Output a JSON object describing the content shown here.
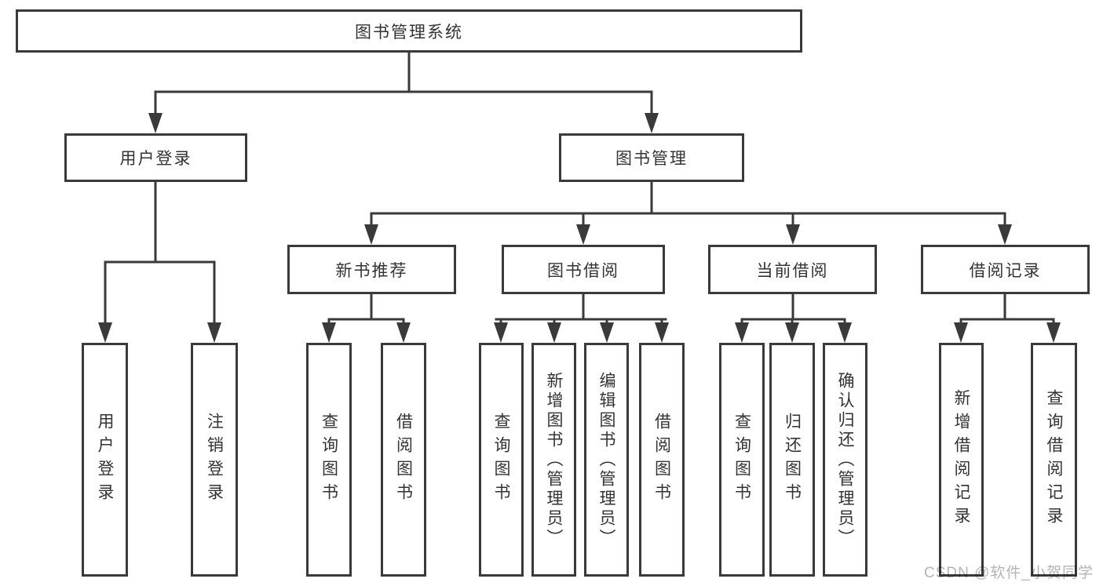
{
  "tree": {
    "root": {
      "label": "图书管理系统"
    },
    "branches": [
      {
        "label": "用户登录",
        "children": [
          {
            "label": "用户登录"
          },
          {
            "label": "注销登录"
          }
        ]
      },
      {
        "label": "图书管理",
        "children": [
          {
            "label": "新书推荐",
            "children": [
              {
                "label": "查询图书"
              },
              {
                "label": "借阅图书"
              }
            ]
          },
          {
            "label": "图书借阅",
            "children": [
              {
                "label": "查询图书"
              },
              {
                "label": "新增图书（管理员）"
              },
              {
                "label": "编辑图书（管理员）"
              },
              {
                "label": "借阅图书"
              }
            ]
          },
          {
            "label": "当前借阅",
            "children": [
              {
                "label": "查询图书"
              },
              {
                "label": "归还图书"
              },
              {
                "label": "确认归还（管理员）"
              }
            ]
          },
          {
            "label": "借阅记录",
            "children": [
              {
                "label": "新增借阅记录"
              },
              {
                "label": "查询借阅记录"
              }
            ]
          }
        ]
      }
    ]
  },
  "watermark": "CSDN @软件_小贺同学",
  "colors": {
    "line": "#3a3a3a",
    "box_fill": "#ffffff",
    "text": "#333333",
    "watermark": "#b5b5b5"
  }
}
